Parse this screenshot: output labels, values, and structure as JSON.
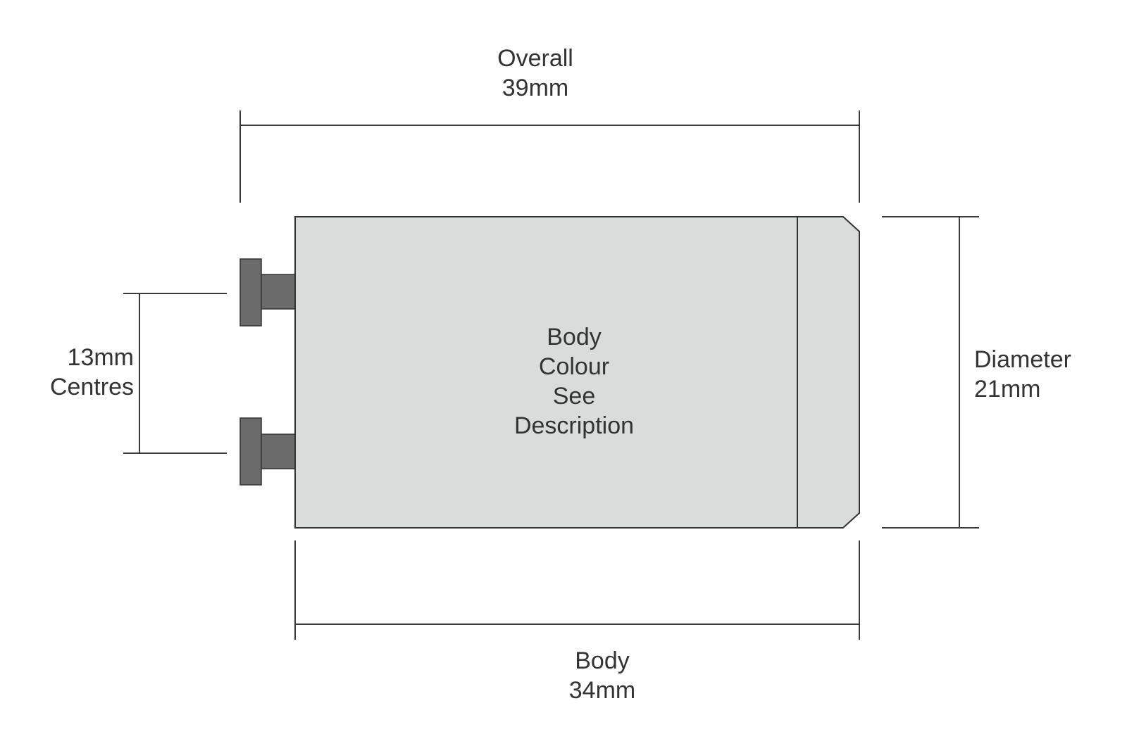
{
  "colors": {
    "body_fill": "#d8dcdb",
    "body_outline": "#333333",
    "pin_fill": "#6b6b6b",
    "dimension_line": "#3a3a3a",
    "text": "#333333"
  },
  "labels": {
    "overall": {
      "line1": "Overall",
      "line2": "39mm"
    },
    "body": {
      "line1": "Body",
      "line2": "34mm"
    },
    "diameter": {
      "line1": "Diameter",
      "line2": "21mm"
    },
    "centres": {
      "line1": "13mm",
      "line2": "Centres"
    },
    "body_colour": {
      "line1": "Body",
      "line2": "Colour",
      "line3": "See",
      "line4": "Description"
    }
  }
}
